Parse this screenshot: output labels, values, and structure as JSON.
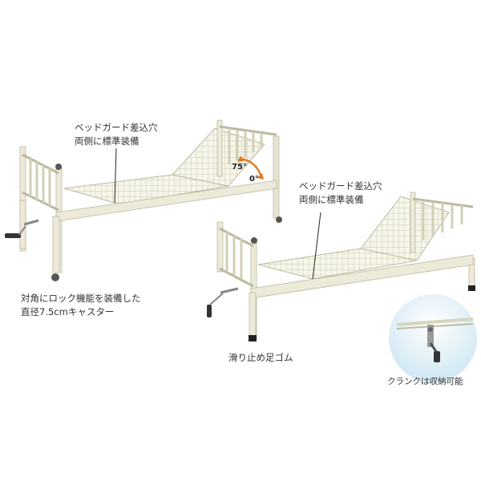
{
  "annotations": {
    "guard_slot_left": {
      "line1": "ベッドガード差込穴",
      "line2": "両側に標準装備"
    },
    "guard_slot_right": {
      "line1": "ベッドガード差込穴",
      "line2": "両側に標準装備"
    },
    "caster": {
      "line1": "対角にロック機能を装備した",
      "line2": "直径7.5cmキャスター"
    },
    "rubber_feet": {
      "text": "滑り止め足ゴム"
    },
    "crank": {
      "text": "クランクは収納可能"
    }
  },
  "angle_marks": {
    "max": "75°",
    "min": "0°"
  },
  "colors": {
    "frame": "#ecead8",
    "frame_shadow": "#c9c6ae",
    "mesh": "#d8d5bd",
    "arrow": "#e07a20",
    "inset_bg": "#dff0f8",
    "caster": "#555555"
  }
}
